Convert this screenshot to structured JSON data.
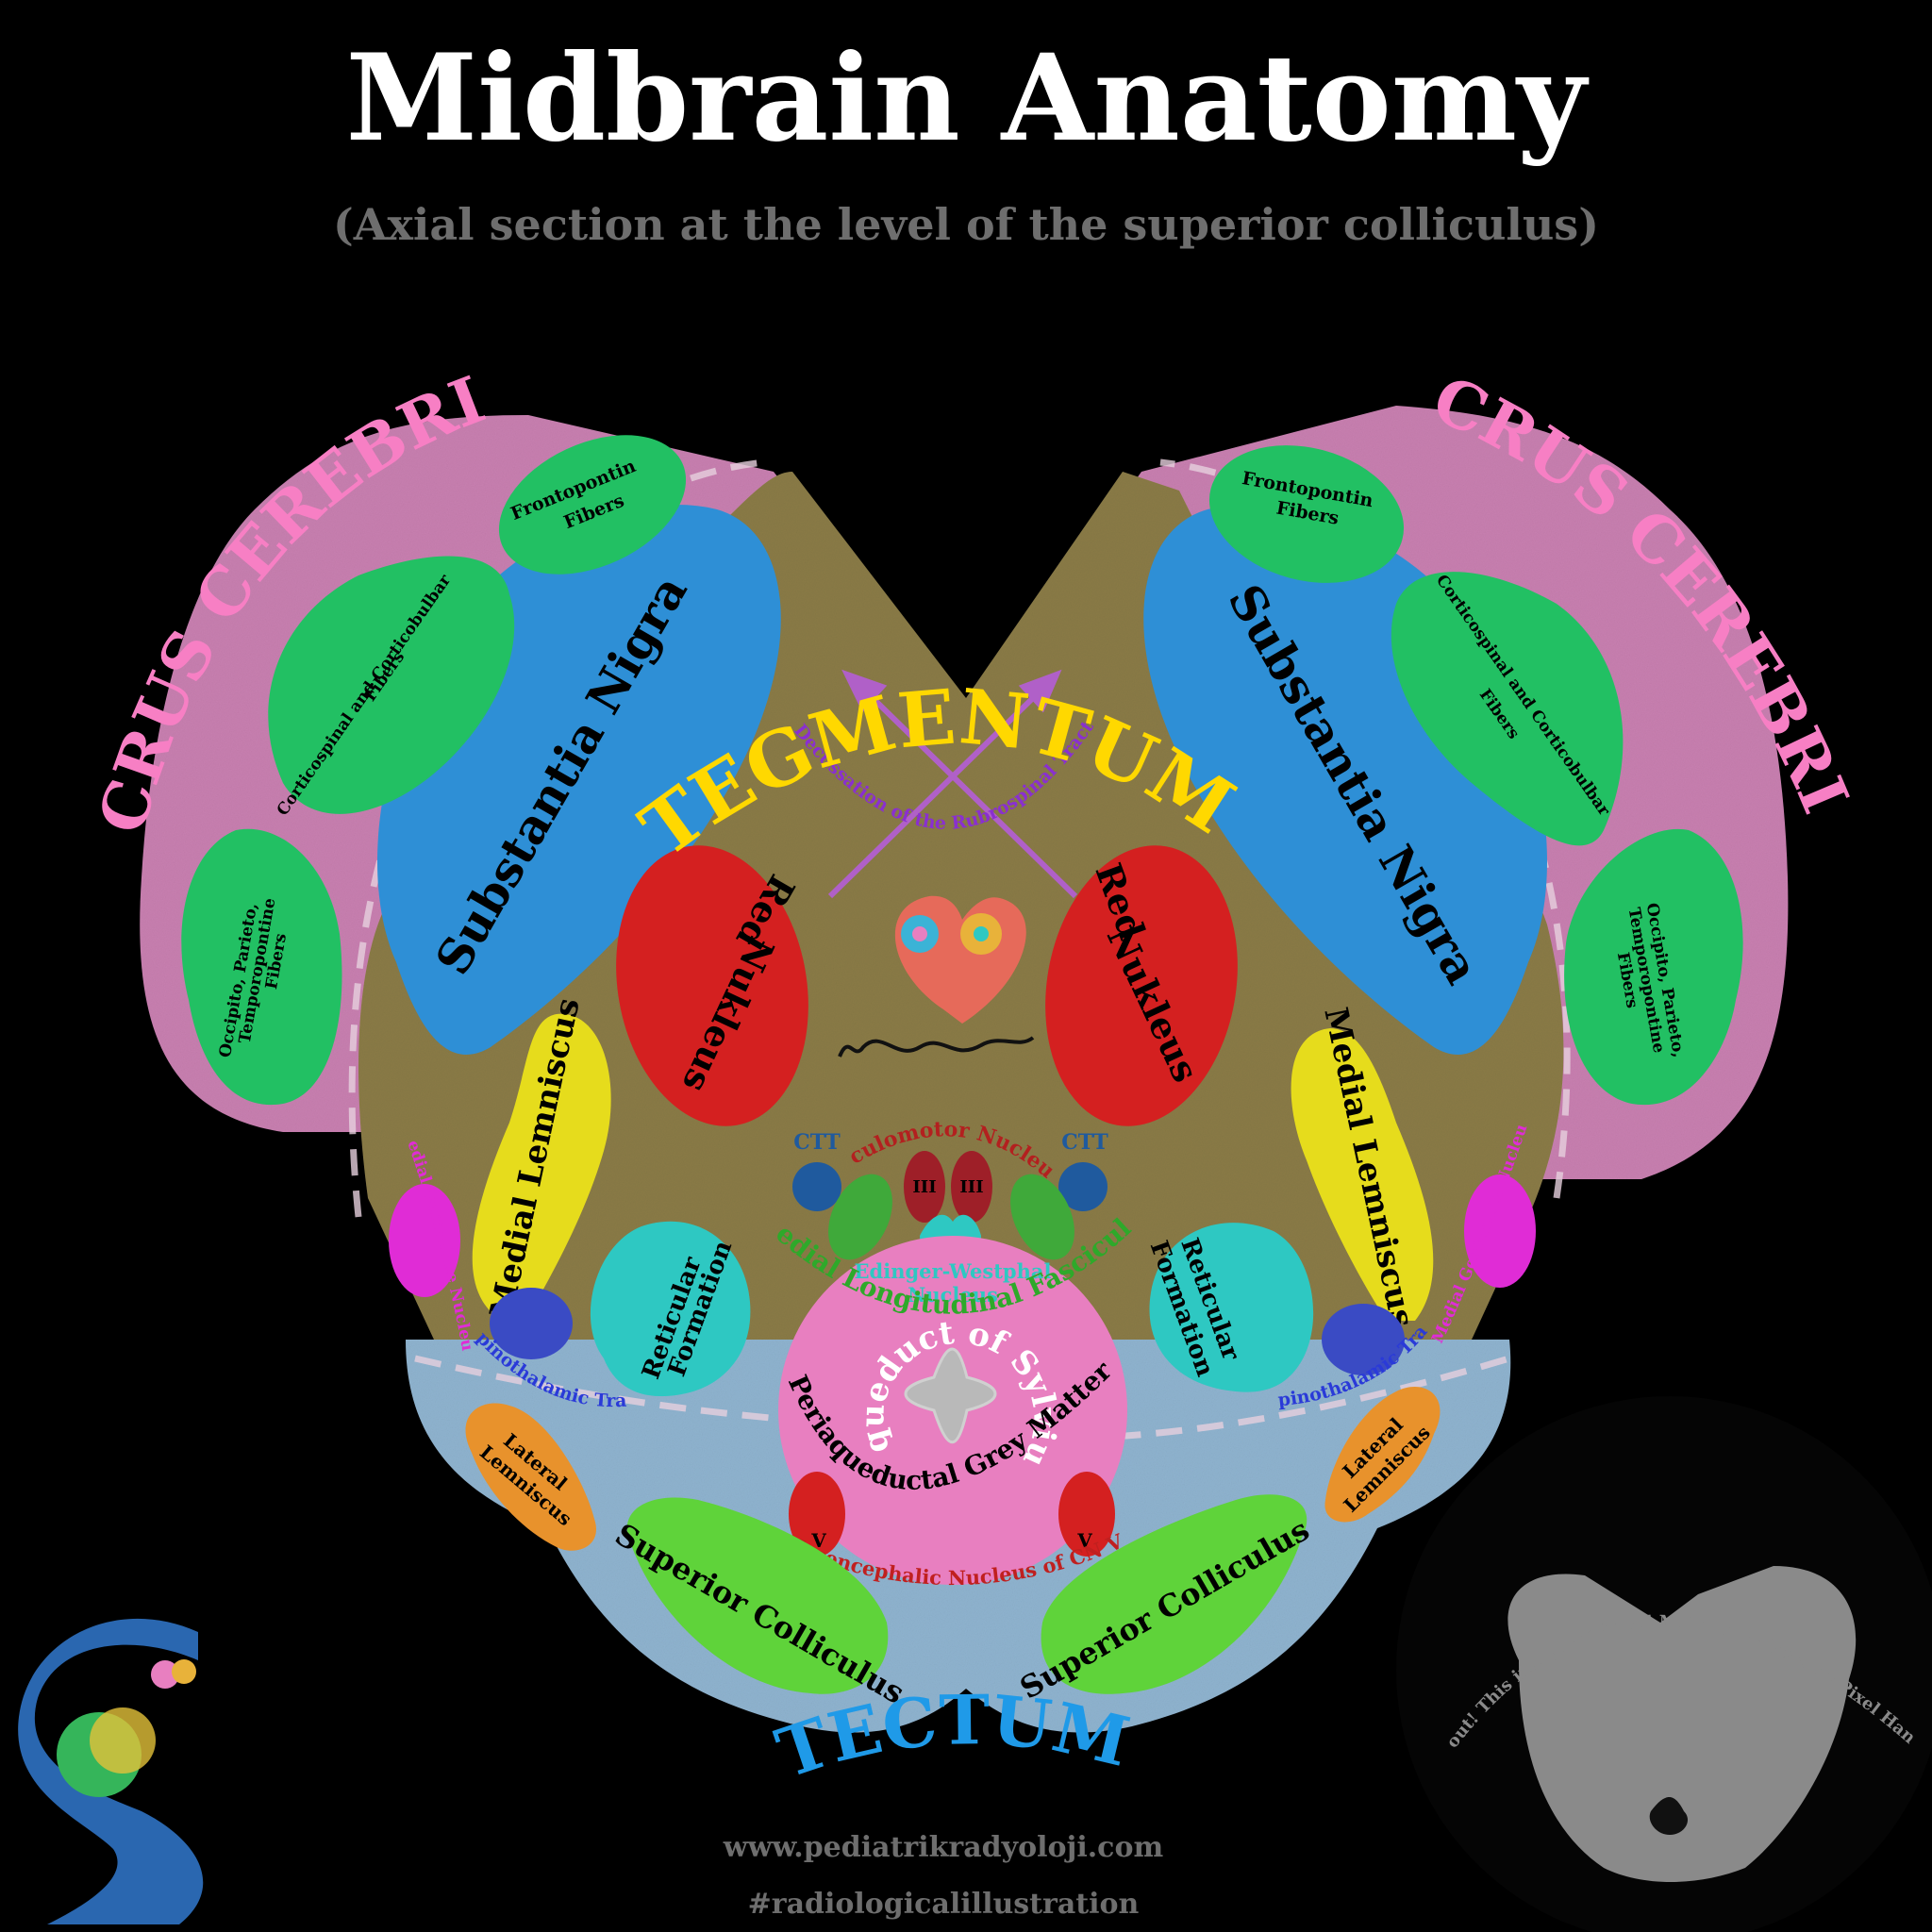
{
  "header": {
    "title": "Midbrain Anatomy",
    "subtitle": "(Axial section at the level of the superior colliculus)"
  },
  "regions": {
    "crus_cerebri": "CRUS CEREBRI",
    "tegmentum": "TEGMENTUM",
    "tectum": "TECTUM"
  },
  "labels": {
    "substantia_nigra": "Substantia Nigra",
    "frontopontin_1": "Frontopontin",
    "frontopontin_2": "Fibers",
    "corticospinal_1": "Corticospinal and Corticobulbar",
    "corticospinal_2": "Fibers",
    "occipito_1": "Occipito, Parieto,",
    "occipito_2": "Temporopontine",
    "occipito_3": "Fibers",
    "red_nucleus_left_1": "Red",
    "red_nucleus_left_2": "Nukleus",
    "red_nucleus_right_1": "Red",
    "red_nucleus_right_2": "Nukleus",
    "rubrospinal": "Decussation of the Rubrospinal Tract",
    "medial_lemniscus": "Medial Lemniscus",
    "medial_geniculate": "Medial Geniculate Nucleus",
    "ctt": "CTT",
    "oculomotor": "Oculomotor Nucleus",
    "cn3": "III",
    "edinger_1": "Edinger-Westphal",
    "edinger_2": "Nucleus",
    "mlf": "Medial Longitudinal Fasciculus",
    "reticular_1": "Reticular",
    "reticular_2": "Formation",
    "spinothalamic": "Spinothalamic Tract",
    "aqueduct": "Aqueduct of Sylvius",
    "periaqueductal": "Periaqueductal Grey Matter",
    "lateral_lemniscus_1": "Lateral",
    "lateral_lemniscus_2": "Lemniscus",
    "cn5": "V",
    "mesencephalic": "Mesencephalic Nucleus of CN V",
    "superior_colliculus": "Superior Colliculus"
  },
  "mr_inset": {
    "caption": "Watch out! This image isn't real MR image! Pixel by Pixel Handmade!"
  },
  "footer": {
    "website": "www.pediatrikradyoloji.com",
    "hashtag": "#radiologicalillustration"
  },
  "colors": {
    "crus": "#c87fb0",
    "tegmentum": "#8a7b46",
    "tectum": "#8fb3cf",
    "substantia_nigra": "#2e8fd6",
    "fiber_green": "#22c063",
    "red_nucleus": "#d42020",
    "medial_lemniscus": "#e6dc1c",
    "reticular": "#2ec8c2",
    "periaqueductal": "#e87fc0",
    "superior_colliculus": "#5fd33a",
    "lateral_lemniscus": "#e8922c",
    "medial_geniculate": "#e02cd6",
    "spinothalamic": "#3a4bc4",
    "label_pink": "#f77fc4",
    "label_yellow": "#ffd800",
    "label_blue": "#1f9ae8"
  }
}
